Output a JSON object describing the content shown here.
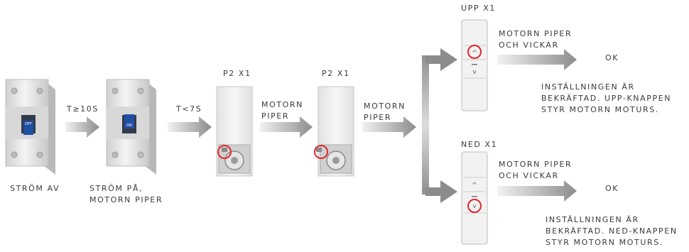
{
  "breaker_off": {
    "switch_text": "OFF",
    "caption": "STRÖM AV"
  },
  "wait_off": {
    "label": "T≥10S"
  },
  "breaker_on": {
    "switch_text": "ON",
    "caption": "STRÖM PÅ,\nMOTORN PIPER"
  },
  "wait_on": {
    "label": "T<7S"
  },
  "motor_1": {
    "label": "P2 X1"
  },
  "step_1": {
    "label": "MOTORN\nPIPER"
  },
  "motor_2": {
    "label": "P2 X1"
  },
  "step_2": {
    "label": "MOTORN\nPIPER"
  },
  "up_branch": {
    "title": "UPP X1",
    "feedback": "MOTORN PIPER\nOCH VICKAR",
    "result": "OK",
    "note": "INSTÄLLNINGEN ÄR\nBEKRÄFTAD. UPP-KNAPPEN\nSTYR MOTORN MOTURS."
  },
  "down_branch": {
    "title": "NED X1",
    "feedback": "MOTORN PIPER\nOCH VICKAR",
    "result": "OK",
    "note": "INSTÄLLNINGEN ÄR\nBEKRÄFTAD. NED-KNAPPEN\nSTYR MOTORN MOTURS."
  },
  "colors": {
    "arrow": "#8c8c8c",
    "highlight": "#e0282e",
    "switch": "#1f4fa3"
  }
}
